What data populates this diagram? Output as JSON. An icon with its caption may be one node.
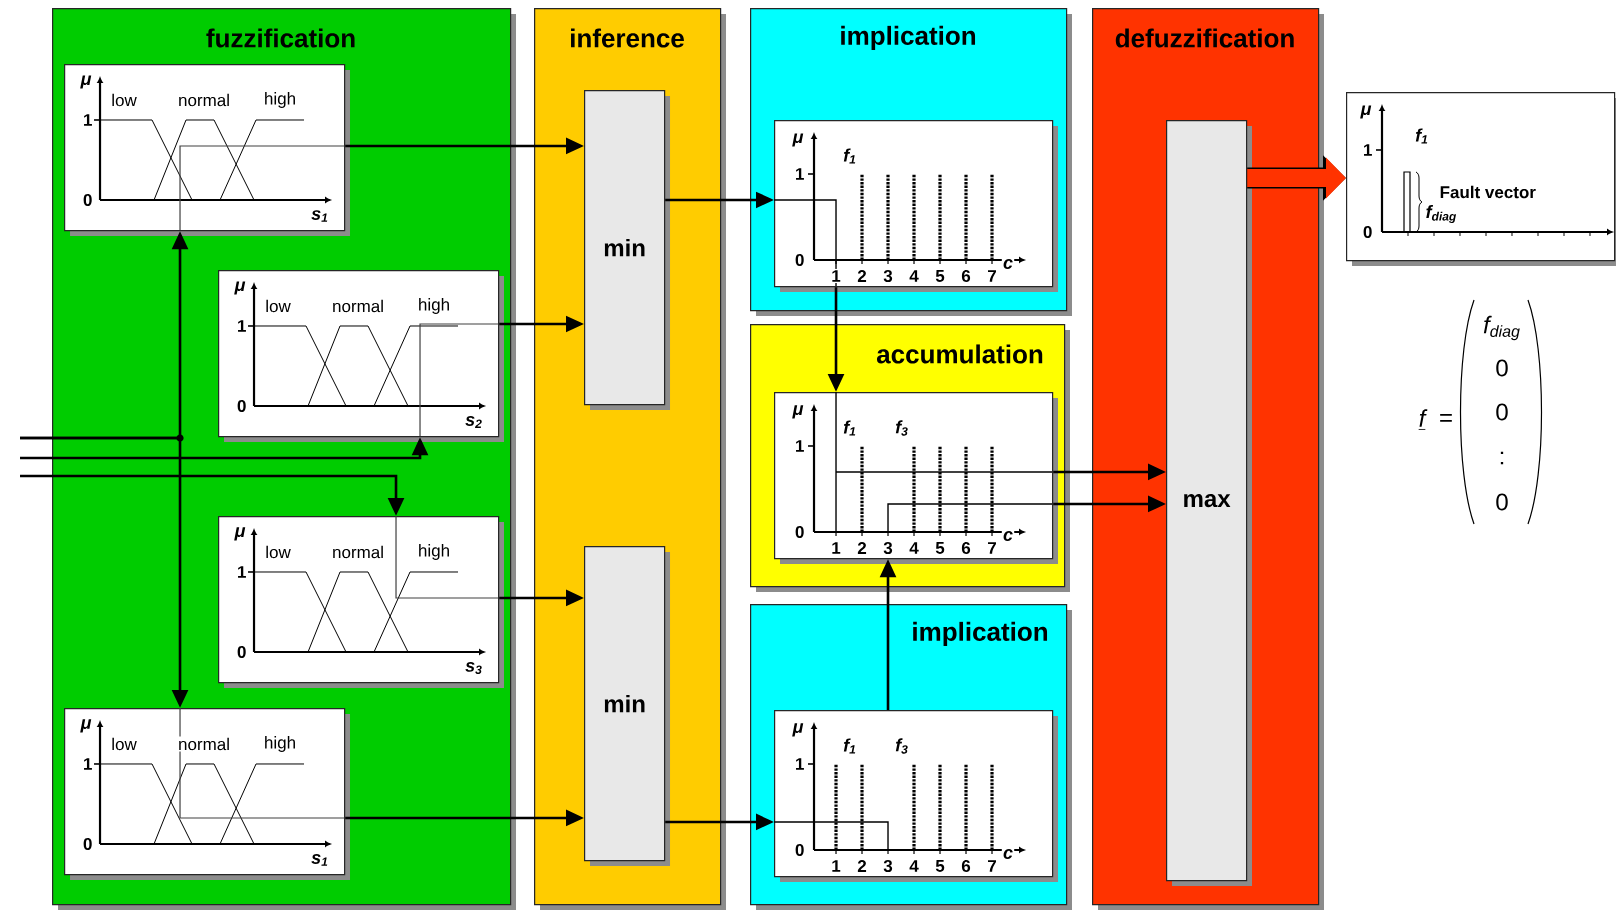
{
  "diagram": {
    "nodes": [
      {
        "text": [
          "fuzzification"
        ]
      },
      {
        "text": [
          "μ",
          "1",
          "0",
          "low",
          "normal",
          "high",
          "s$_{1}$"
        ],
        "in": 0
      },
      {
        "text": [
          "μ",
          "1",
          "0",
          "low",
          "normal",
          "high",
          "s$_{2}$"
        ],
        "in": 0
      },
      {
        "text": [
          "μ",
          "1",
          "0",
          "low",
          "normal",
          "high",
          "s$_{3}$"
        ],
        "in": 0
      },
      {
        "text": [
          "μ",
          "1",
          "0",
          "low",
          "normal",
          "high",
          "s$_{1}$"
        ],
        "in": 0
      },
      {
        "text": [
          "inference"
        ]
      },
      {
        "text": [
          "min"
        ],
        "in": 5
      },
      {
        "text": [
          "min"
        ],
        "in": 5
      },
      {
        "text": [
          "implication"
        ]
      },
      {
        "text": [
          "μ",
          "1",
          "0",
          "f$_{1}$",
          "1",
          "2",
          "3",
          "4",
          "5",
          "6",
          "7",
          "c"
        ],
        "in": 8
      },
      {
        "text": [
          "accumulation"
        ]
      },
      {
        "text": [
          "μ",
          "1",
          "0",
          "f$_{1}$",
          "f$_{3}$",
          "1",
          "2",
          "3",
          "4",
          "5",
          "6",
          "7",
          "c"
        ],
        "in": 10
      },
      {
        "text": [
          "implication"
        ]
      },
      {
        "text": [
          "μ",
          "1",
          "0",
          "f$_{1}$",
          "f$_{3}$",
          "1",
          "2",
          "3",
          "4",
          "5",
          "6",
          "7",
          "c"
        ],
        "in": 12
      },
      {
        "text": [
          "defuzzification"
        ]
      },
      {
        "text": [
          "max"
        ],
        "in": 14
      },
      {
        "text": [
          "μ",
          "1",
          "0",
          "f$_{1}$",
          "Fault vector",
          "f$_{diag}$"
        ]
      }
    ],
    "edges": [
      {
        "from": null,
        "to": 1,
        "arrow": "to"
      },
      {
        "from": null,
        "to": 4,
        "arrow": "to"
      },
      {
        "from": null,
        "to": 2,
        "arrow": "to"
      },
      {
        "from": null,
        "to": 3,
        "arrow": "to"
      },
      {
        "from": 1,
        "to": 6,
        "arrow": "to"
      },
      {
        "from": 2,
        "to": 6,
        "arrow": "to"
      },
      {
        "from": 3,
        "to": 7,
        "arrow": "to"
      },
      {
        "from": 4,
        "to": 7,
        "arrow": "to"
      },
      {
        "from": 6,
        "to": 9,
        "arrow": "to"
      },
      {
        "from": 7,
        "to": 13,
        "arrow": "to"
      },
      {
        "from": 9,
        "to": 11,
        "arrow": "to"
      },
      {
        "from": 13,
        "to": 11,
        "arrow": "to"
      },
      {
        "from": 11,
        "to": 15,
        "arrow": "to"
      },
      {
        "from": 11,
        "to": 15,
        "arrow": "to"
      },
      {
        "from": 15,
        "to": 16,
        "arrow": "to",
        "style": "thick",
        "color": "#ff3300"
      }
    ],
    "labels": [
      "f",
      "=",
      "f$_{diag}$",
      "0",
      "0",
      ":",
      "0"
    ]
  }
}
